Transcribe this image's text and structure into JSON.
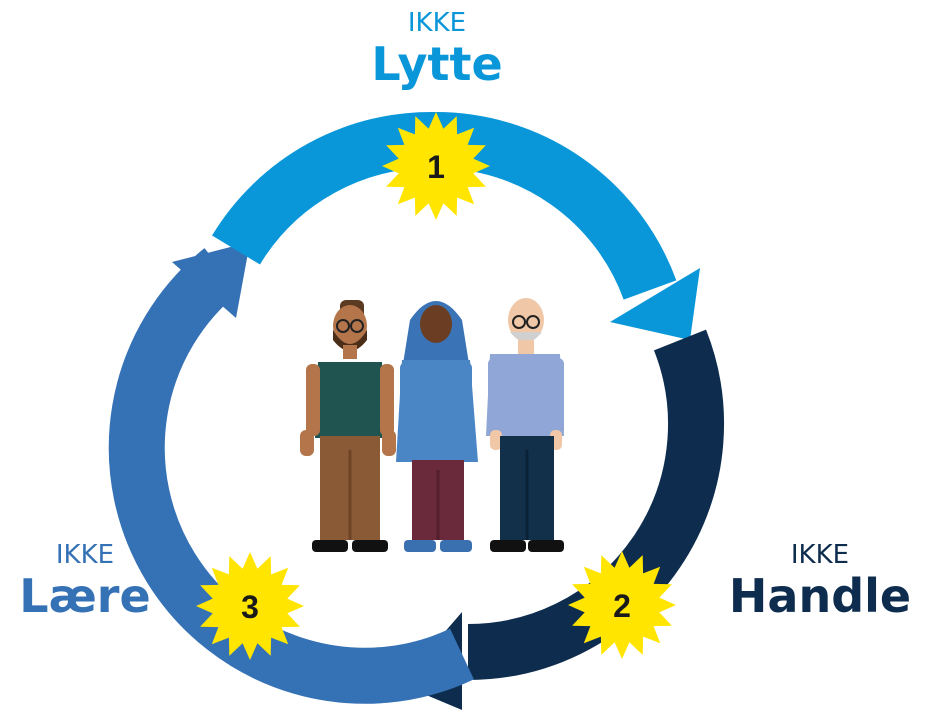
{
  "colors": {
    "listen": "#0a97d9",
    "act": "#0e2d4e",
    "learn": "#3571b5",
    "star": "#ffe500",
    "star_text": "#1a1a1a"
  },
  "steps": [
    {
      "prefix": "IKKE",
      "title": "Lytte",
      "number": "1",
      "color_key": "listen"
    },
    {
      "prefix": "IKKE",
      "title": "Handle",
      "number": "2",
      "color_key": "act"
    },
    {
      "prefix": "IKKE",
      "title": "Lære",
      "number": "3",
      "color_key": "learn"
    }
  ],
  "center_illustration": {
    "people": [
      "man-with-glasses-icon",
      "woman-with-hijab-icon",
      "older-man-with-glasses-icon"
    ]
  }
}
